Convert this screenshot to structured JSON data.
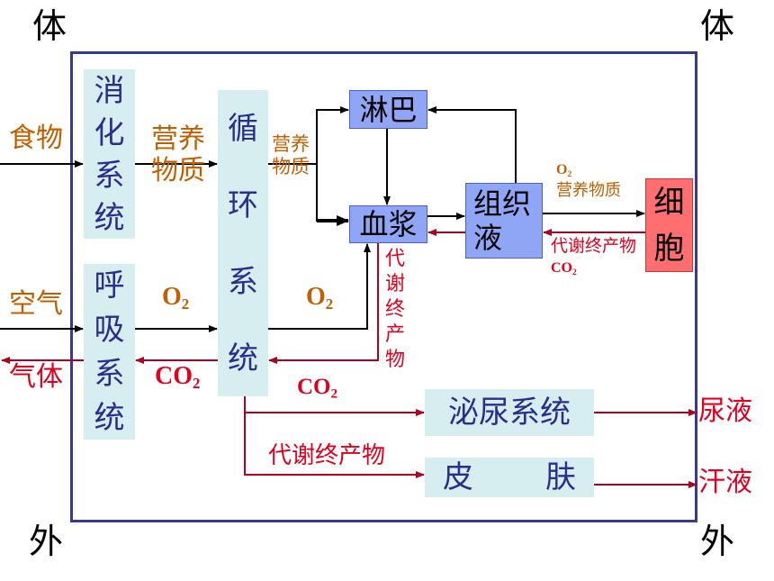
{
  "corners": {
    "top_left": "体",
    "top_right": "体",
    "bottom_left": "外",
    "bottom_right": "外"
  },
  "digestive_system": [
    "消",
    "化",
    "系",
    "统"
  ],
  "respiratory_system": [
    "呼",
    "吸",
    "系",
    "统"
  ],
  "circulatory_system": [
    "循",
    "环",
    "系",
    "统"
  ],
  "urinary_system": "泌尿系统",
  "skin": [
    "皮",
    "肤"
  ],
  "lymph": "淋巴",
  "plasma": "血浆",
  "tissue_fluid": [
    "组织",
    "液"
  ],
  "cell": [
    "细",
    "胞"
  ],
  "inputs": {
    "food": "食物",
    "air": "空气"
  },
  "outputs": {
    "gas": "气体",
    "urine": "尿液",
    "sweat": "汗液"
  },
  "flow_labels": {
    "nutrients_to_circulation": [
      "营养",
      "物质"
    ],
    "nutrients_to_lymph_plasma": [
      "营养",
      "物质"
    ],
    "o2_to_circulation": {
      "base": "O",
      "sub": "2"
    },
    "co2_from_circulation": {
      "base": "CO",
      "sub": "2"
    },
    "o2_to_plasma": {
      "base": "O",
      "sub": "2"
    },
    "co2_to_circulation": {
      "base": "CO",
      "sub": "2"
    },
    "plasma_waste": [
      "代",
      "谢",
      "终",
      "产",
      "物"
    ],
    "o2_to_cell": {
      "base": "O",
      "sub": "2"
    },
    "nutrients_to_cell": "营养物质",
    "cell_waste": "代谢终产物",
    "co2_from_cell": {
      "base": "CO",
      "sub": "2"
    },
    "excretion_waste": "代谢终产物"
  },
  "colors": {
    "frame": "#3a3a8c",
    "system_box": "#d6eef0",
    "system_text": "#2b2d8c",
    "fluid_box": "#8fa6f6",
    "cell_box": "#ff6f6f",
    "orange_text": "#c05f00",
    "red_text": "#e0001e",
    "red_arrow": "#b0001e"
  }
}
